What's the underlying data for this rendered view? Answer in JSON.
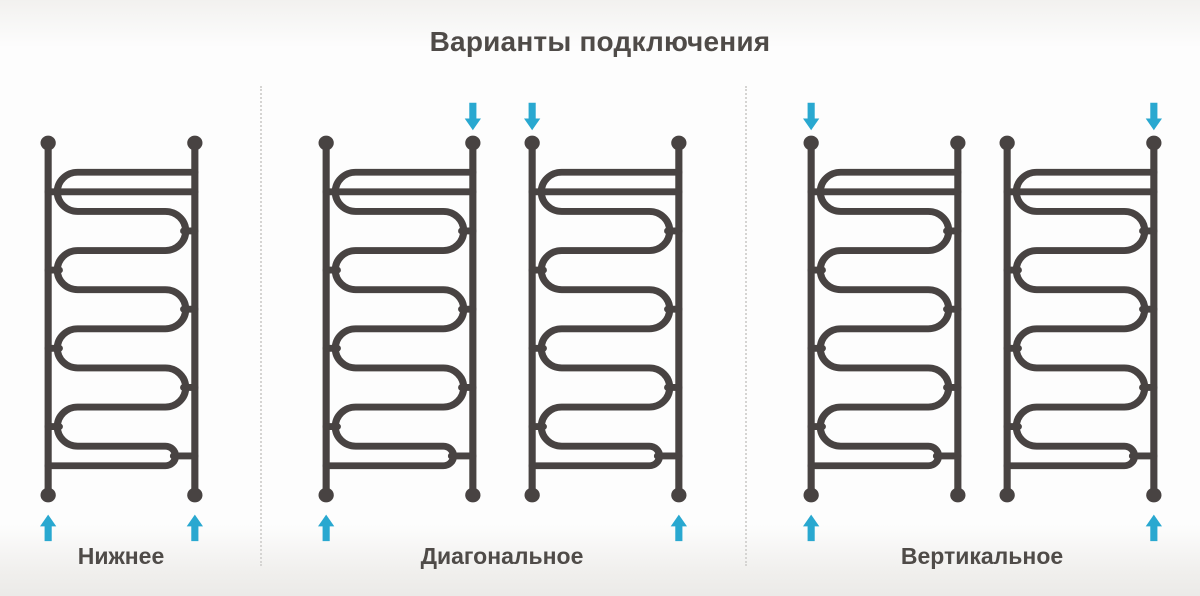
{
  "title": "Варианты подключения",
  "variants": [
    {
      "id": "bottom",
      "label": "Нижнее",
      "radiators": [
        {
          "arrows": [
            "bottom-left",
            "bottom-right"
          ]
        }
      ]
    },
    {
      "id": "diagonal",
      "label": "Диагональное",
      "radiators": [
        {
          "arrows": [
            "top-right",
            "bottom-left"
          ]
        },
        {
          "arrows": [
            "top-left",
            "bottom-right"
          ]
        }
      ]
    },
    {
      "id": "vertical",
      "label": "Вертикальное",
      "radiators": [
        {
          "arrows": [
            "top-left",
            "bottom-left"
          ]
        },
        {
          "arrows": [
            "top-right",
            "bottom-right"
          ]
        }
      ]
    }
  ],
  "colors": {
    "pipe": "#484342",
    "arrow": "#29a8d0",
    "text": "#4f4b48",
    "separator": "#d5d4d2",
    "background": "#fdfdfd",
    "background_edge": "#f2f1ef"
  }
}
